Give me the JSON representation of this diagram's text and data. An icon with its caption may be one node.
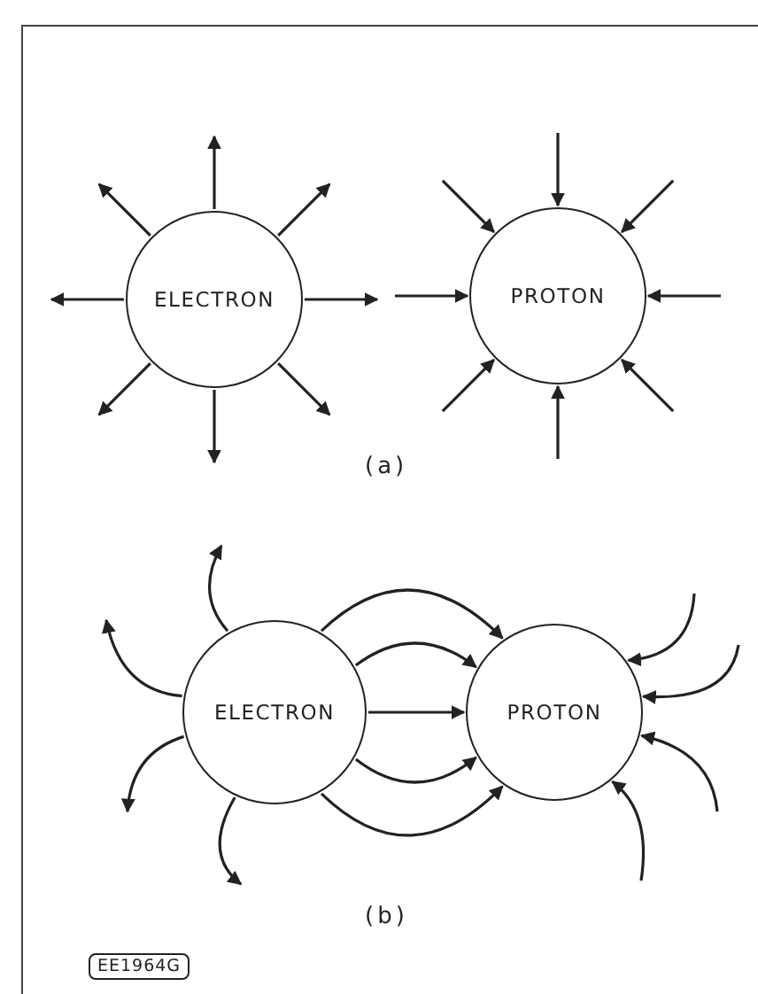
{
  "diagram": {
    "nodes": [
      {
        "text": [
          "ELECTRON"
        ]
      },
      {
        "text": [
          "PROTON"
        ]
      },
      {
        "text": [
          "ELECTRON"
        ]
      },
      {
        "text": [
          "PROTON"
        ]
      },
      {
        "text": [
          "EE1964G"
        ]
      }
    ],
    "edges": [
      {
        "from": 0,
        "to": null,
        "arrow": "to"
      },
      {
        "from": 0,
        "to": null,
        "arrow": "to"
      },
      {
        "from": 0,
        "to": null,
        "arrow": "to"
      },
      {
        "from": 0,
        "to": null,
        "arrow": "to"
      },
      {
        "from": 0,
        "to": null,
        "arrow": "to"
      },
      {
        "from": 0,
        "to": null,
        "arrow": "to"
      },
      {
        "from": 0,
        "to": null,
        "arrow": "to"
      },
      {
        "from": 0,
        "to": null,
        "arrow": "to"
      },
      {
        "from": null,
        "to": 1,
        "arrow": "to"
      },
      {
        "from": null,
        "to": 1,
        "arrow": "to"
      },
      {
        "from": null,
        "to": 1,
        "arrow": "to"
      },
      {
        "from": null,
        "to": 1,
        "arrow": "to"
      },
      {
        "from": null,
        "to": 1,
        "arrow": "to"
      },
      {
        "from": null,
        "to": 1,
        "arrow": "to"
      },
      {
        "from": null,
        "to": 1,
        "arrow": "to"
      },
      {
        "from": null,
        "to": 1,
        "arrow": "to"
      },
      {
        "from": 2,
        "to": null,
        "arrow": "to"
      },
      {
        "from": 2,
        "to": null,
        "arrow": "to"
      },
      {
        "from": 2,
        "to": null,
        "arrow": "to"
      },
      {
        "from": 2,
        "to": null,
        "arrow": "to"
      },
      {
        "from": 2,
        "to": 3,
        "arrow": "to"
      },
      {
        "from": 2,
        "to": 3,
        "arrow": "to"
      },
      {
        "from": 2,
        "to": 3,
        "arrow": "to"
      },
      {
        "from": 2,
        "to": 3,
        "arrow": "to"
      },
      {
        "from": 2,
        "to": 3,
        "arrow": "to"
      },
      {
        "from": null,
        "to": 3,
        "arrow": "to"
      },
      {
        "from": null,
        "to": 3,
        "arrow": "to"
      },
      {
        "from": null,
        "to": 3,
        "arrow": "to"
      },
      {
        "from": null,
        "to": 3,
        "arrow": "to"
      }
    ],
    "labels": [
      "(a)",
      "(b)"
    ]
  }
}
